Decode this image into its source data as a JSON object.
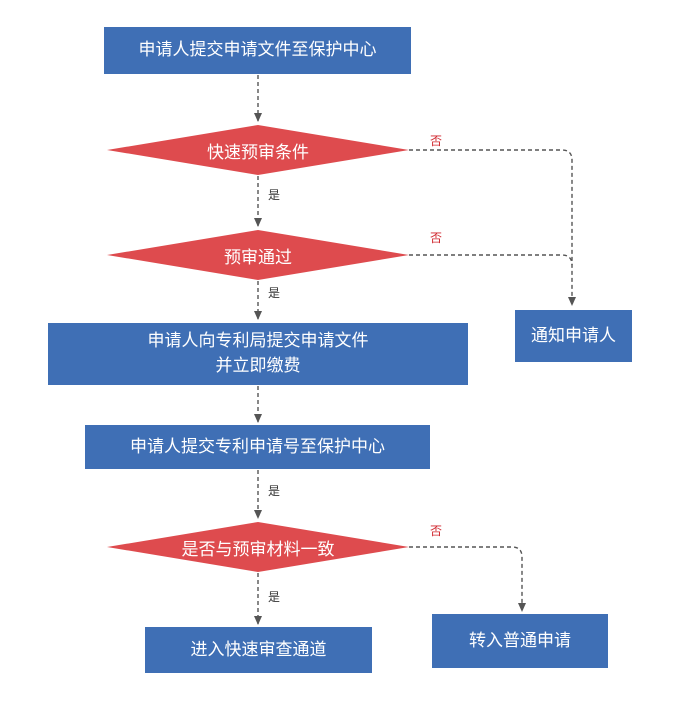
{
  "colors": {
    "box_fill": "#3f6fb5",
    "diamond_fill": "#de4b4e",
    "text_on_shape": "#ffffff",
    "edge": "#555555",
    "label_yes": "#333333",
    "label_no": "#d0262d"
  },
  "nodes": {
    "submit_center": "申请人提交申请文件至保护中心",
    "fast_condition": "快速预审条件",
    "pre_pass": "预审通过",
    "submit_office_line1": "申请人向专利局提交申请文件",
    "submit_office_line2": "并立即缴费",
    "notify": "通知申请人",
    "submit_number": "申请人提交专利申请号至保护中心",
    "consistent": "是否与预审材料一致",
    "fast_channel": "进入快速审查通道",
    "normal": "转入普通申请"
  },
  "edge_labels": {
    "fast_yes": "是",
    "fast_no": "否",
    "pass_yes": "是",
    "pass_no": "否",
    "number_yes": "是",
    "consistent_yes": "是",
    "consistent_no": "否"
  }
}
